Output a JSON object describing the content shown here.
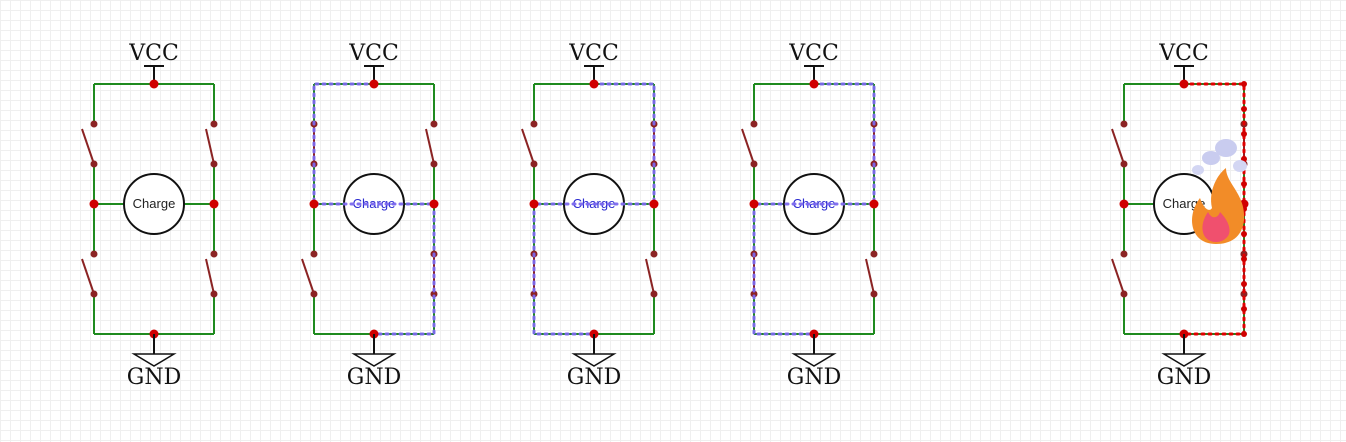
{
  "labels": {
    "supply": "VCC",
    "ground": "GND",
    "load": "Charge"
  },
  "colors": {
    "wire": "#1e8a1e",
    "switch": "#8b2323",
    "junction": "#d00000",
    "current_flow": "#7b68ee",
    "short_circuit": "#e00000"
  },
  "circuits": [
    {
      "state": "all-open",
      "switches": {
        "top_left": "open",
        "top_right": "open",
        "bottom_left": "open",
        "bottom_right": "open"
      },
      "current": "none"
    },
    {
      "state": "current-left-to-right",
      "switches": {
        "top_left": "closed",
        "top_right": "open",
        "bottom_left": "open",
        "bottom_right": "closed"
      },
      "current": "path-a"
    },
    {
      "state": "current-right-to-left",
      "switches": {
        "top_left": "open",
        "top_right": "closed",
        "bottom_left": "closed",
        "bottom_right": "open"
      },
      "current": "path-b"
    },
    {
      "state": "current-right-to-left",
      "switches": {
        "top_left": "open",
        "top_right": "closed",
        "bottom_left": "closed",
        "bottom_right": "open"
      },
      "current": "path-b"
    },
    {
      "state": "short-circuit",
      "switches": {
        "top_left": "open",
        "top_right": "closed",
        "bottom_left": "open",
        "bottom_right": "closed"
      },
      "current": "short",
      "icon": "fire-icon"
    }
  ]
}
